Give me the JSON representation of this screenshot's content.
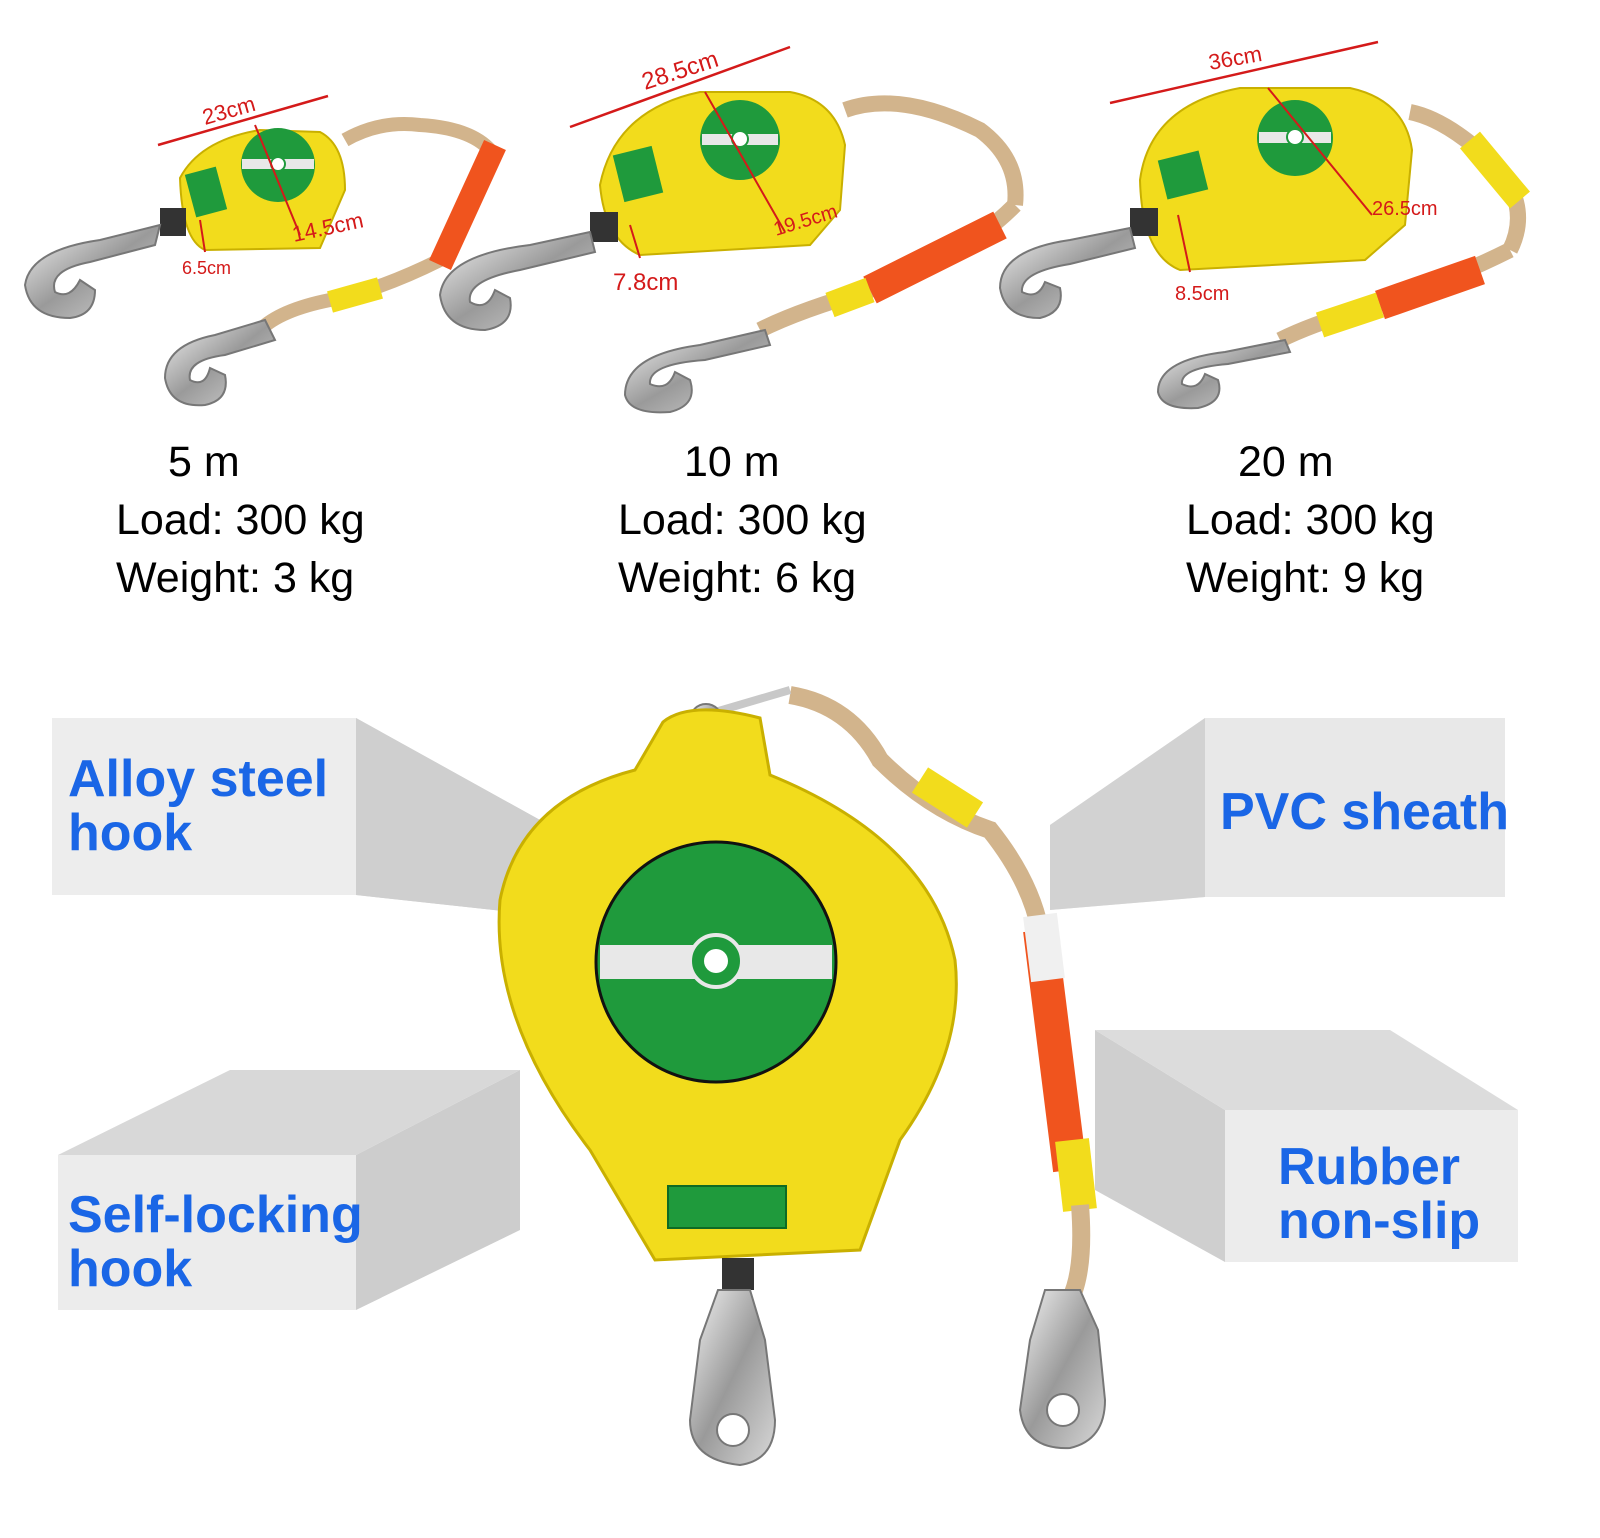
{
  "products": [
    {
      "dims": {
        "top": "23cm",
        "side": "14.5cm",
        "depth": "6.5cm"
      },
      "length": "5 m",
      "load": "Load: 300 kg",
      "weight": "Weight: 3 kg"
    },
    {
      "dims": {
        "top": "28.5cm",
        "side": "19.5cm",
        "depth": "7.8cm"
      },
      "length": "10 m",
      "load": "Load: 300 kg",
      "weight": "Weight: 6 kg"
    },
    {
      "dims": {
        "top": "36cm",
        "side": "26.5cm",
        "depth": "8.5cm"
      },
      "length": "20 m",
      "load": "Load: 300 kg",
      "weight": "Weight: 9 kg"
    }
  ],
  "features": {
    "alloy": [
      "Alloy steel",
      "hook"
    ],
    "pvc": [
      "PVC sheath"
    ],
    "self_locking": [
      "Self-locking",
      "hook"
    ],
    "rubber": [
      "Rubber",
      "non-slip"
    ]
  },
  "colors": {
    "body_yellow": "#f2dc1c",
    "label_green": "#1f9a3c",
    "dimension_red": "#d41a1a",
    "feature_blue": "#1a66e6",
    "webbing_orange": "#f0541e"
  }
}
